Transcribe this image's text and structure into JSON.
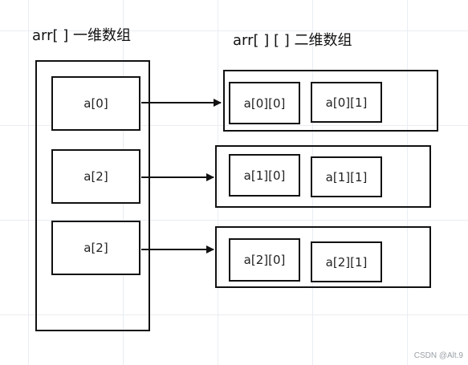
{
  "titles": {
    "one_dim": "arr[ ] 一维数组",
    "two_dim": "arr[ ] [ ]  二维数组"
  },
  "outer_cells": [
    "a[0]",
    "a[2]",
    "a[2]"
  ],
  "rows": [
    [
      "a[0][0]",
      "a[0][1]"
    ],
    [
      "a[1][0]",
      "a[1][1]"
    ],
    [
      "a[2][0]",
      "a[2][1]"
    ]
  ],
  "watermark": "CSDN @Alt.9",
  "colors": {
    "line": "#111111",
    "grid": "#e9edf2",
    "background": "#ffffff"
  }
}
